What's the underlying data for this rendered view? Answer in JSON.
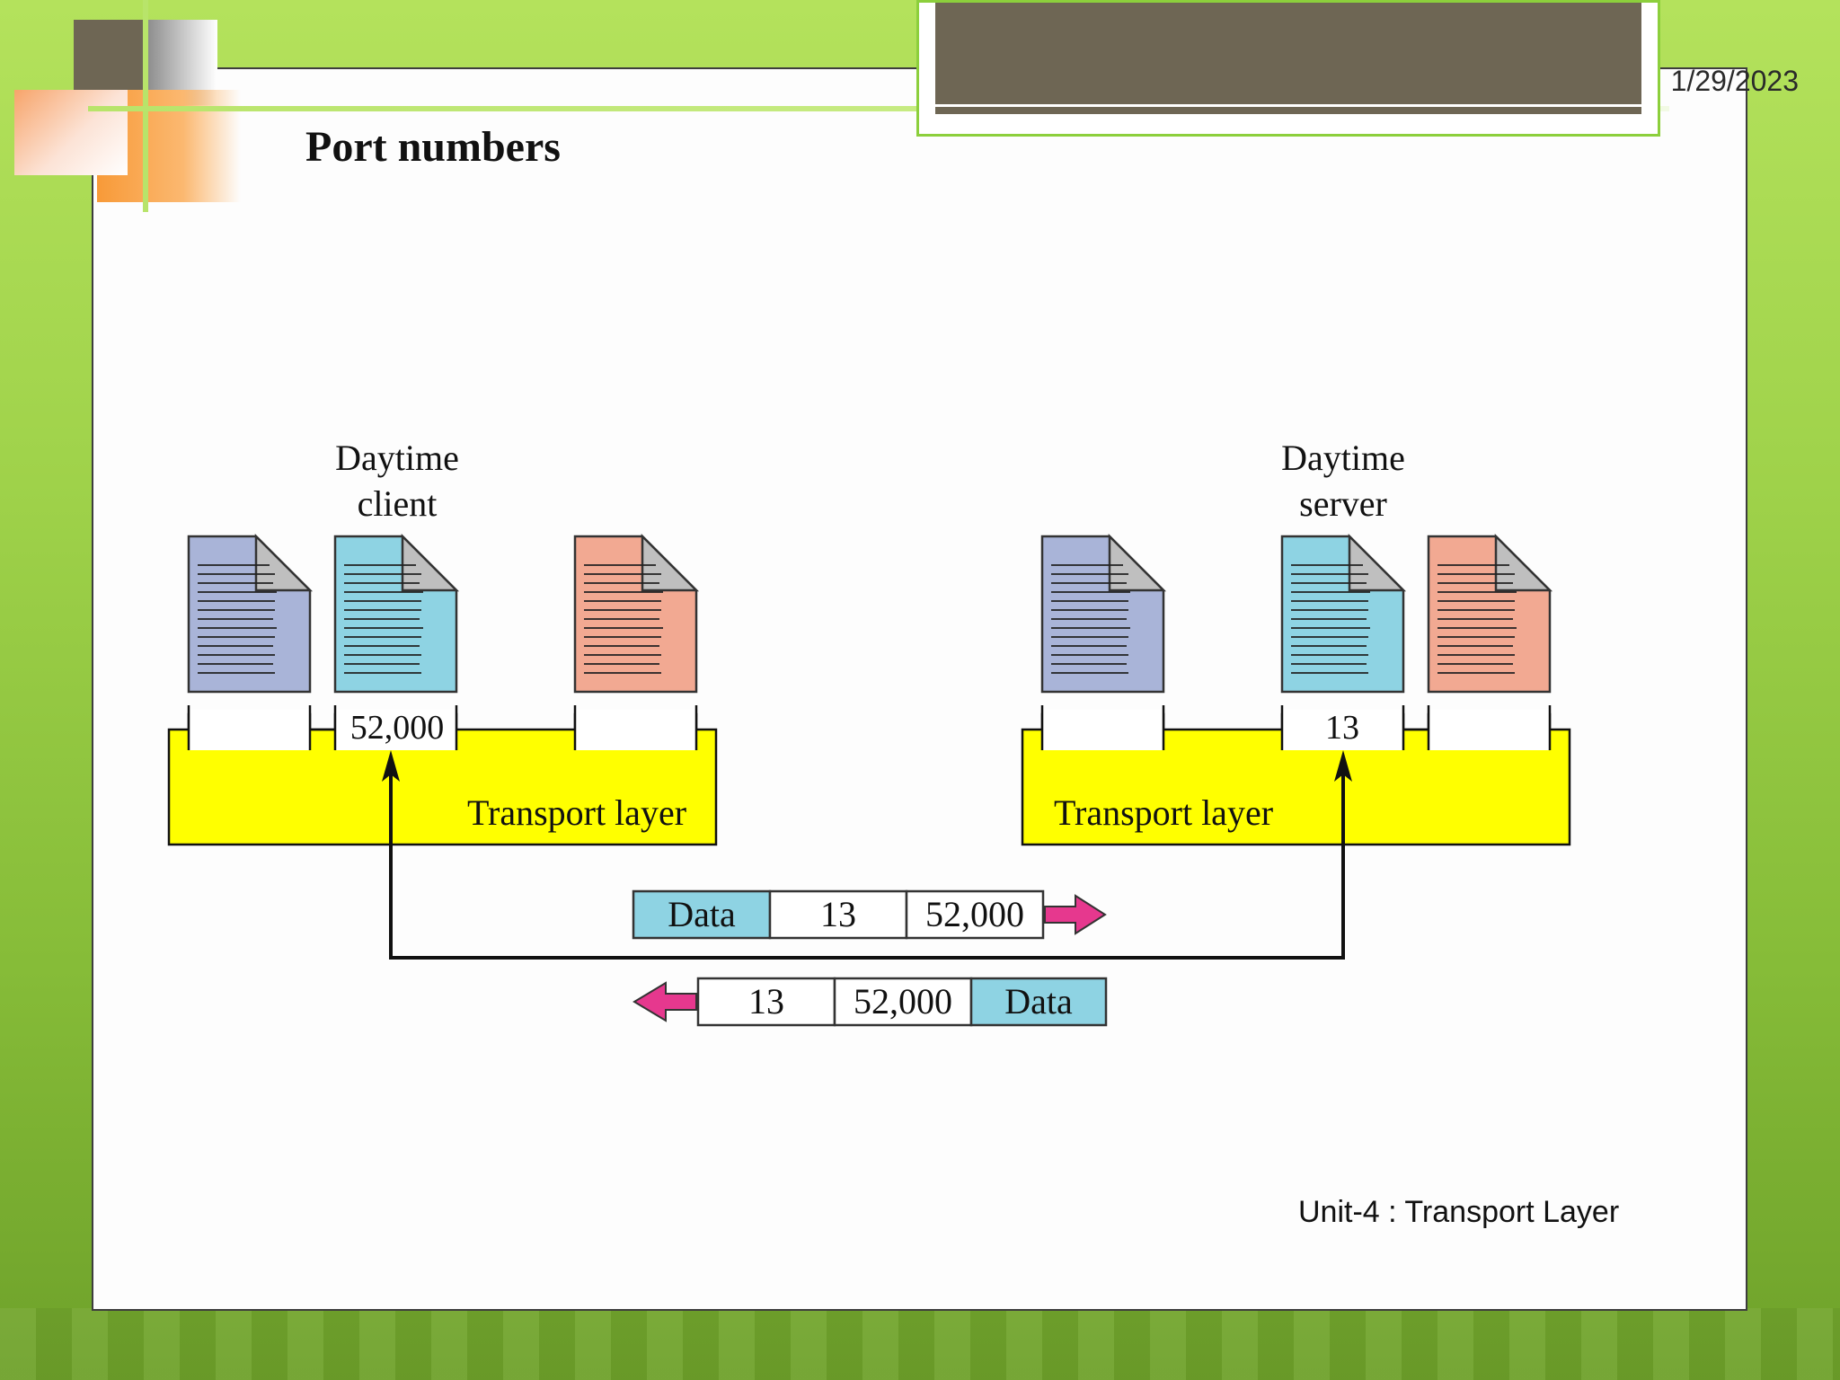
{
  "slide": {
    "date": "1/29/2023",
    "title": "Port numbers",
    "footer": "Unit-4 : Transport Layer"
  },
  "diagram": {
    "client": {
      "label_line1": "Daytime",
      "label_line2": "client",
      "port": "52,000",
      "layer_label": "Transport layer"
    },
    "server": {
      "label_line1": "Daytime",
      "label_line2": "server",
      "port": "13",
      "layer_label": "Transport layer"
    },
    "request_packet": {
      "cells": [
        "Data",
        "13",
        "52,000"
      ]
    },
    "response_packet": {
      "cells": [
        "13",
        "52,000",
        "Data"
      ]
    }
  },
  "colors": {
    "layer_fill": "#ffff00",
    "doc_blue": "#a9b4d8",
    "doc_cyan": "#8ed3e3",
    "doc_salmon": "#f2a992",
    "data_cell": "#8ed3e3",
    "arrow_pink": "#e6388e"
  }
}
